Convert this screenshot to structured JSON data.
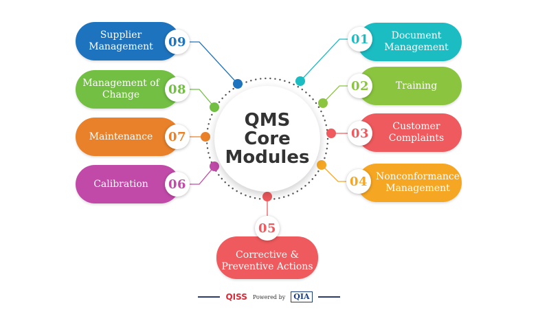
{
  "center": {
    "line1": "QMS",
    "line2": "Core",
    "line3": "Modules"
  },
  "modules": [
    {
      "num": "01",
      "lines": [
        "Document",
        "Management"
      ],
      "color": "#1bbcc2"
    },
    {
      "num": "02",
      "lines": [
        "Training"
      ],
      "color": "#8bc53f"
    },
    {
      "num": "03",
      "lines": [
        "Customer",
        "Complaints"
      ],
      "color": "#ee5a5d"
    },
    {
      "num": "04",
      "lines": [
        "Nonconformance",
        "Management"
      ],
      "color": "#f5a623"
    },
    {
      "num": "05",
      "lines": [
        "Corrective &",
        "Preventive Actions"
      ],
      "color": "#ee5a5d"
    },
    {
      "num": "06",
      "lines": [
        "Calibration"
      ],
      "color": "#c14aa8"
    },
    {
      "num": "07",
      "lines": [
        "Maintenance"
      ],
      "color": "#e8812a"
    },
    {
      "num": "08",
      "lines": [
        "Management of",
        "Change"
      ],
      "color": "#72bf44"
    },
    {
      "num": "09",
      "lines": [
        "Supplier",
        "Management"
      ],
      "color": "#1e73be"
    }
  ],
  "footer": {
    "brand": "QISS",
    "powered": "Powered by",
    "partner": "QIA"
  }
}
